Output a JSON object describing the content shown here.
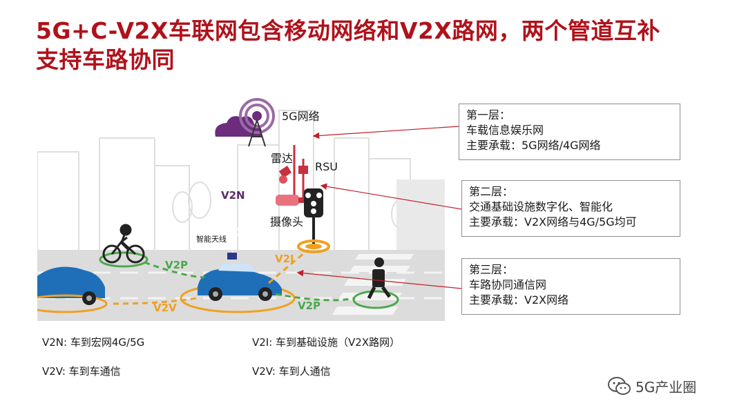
{
  "title": {
    "line1": "5G+C-V2X车联网包含移动网络和V2X路网，两个管道互补",
    "line2": "支持车路协同"
  },
  "scene": {
    "labels": {
      "network_5g": "5G网络",
      "radar": "雷达",
      "rsu": "RSU",
      "camera": "摄像头",
      "antenna": "智能天线",
      "v2n": "V2N",
      "v2i": "V2I",
      "v2p_left": "V2P",
      "v2p_right": "V2P",
      "v2v": "V2V"
    },
    "colors": {
      "v2x_green": "#4aa84a",
      "v2x_orange": "#f0a020",
      "v2n_purple": "#5a2a6a",
      "car_blue": "#1f6fb8",
      "arrow_red": "#c0202a"
    }
  },
  "layers": [
    {
      "name": "第一层：",
      "desc": "车载信息娱乐网",
      "carrier": "主要承载：5G网络/4G网络"
    },
    {
      "name": "第二层：",
      "desc": "交通基础设施数字化、智能化",
      "carrier": "主要承载：V2X网络与4G/5G均可"
    },
    {
      "name": "第三层：",
      "desc": "车路协同通信网",
      "carrier": "主要承载：V2X网络"
    }
  ],
  "legend": {
    "v2n": "V2N: 车到宏网4G/5G",
    "v2i": "V2I: 车到基础设施（V2X路网）",
    "v2v_car": "V2V: 车到车通信",
    "v2v_person": "V2V: 车到人通信"
  },
  "watermark": {
    "text": "5G产业圈",
    "icon": "wechat-icon"
  }
}
